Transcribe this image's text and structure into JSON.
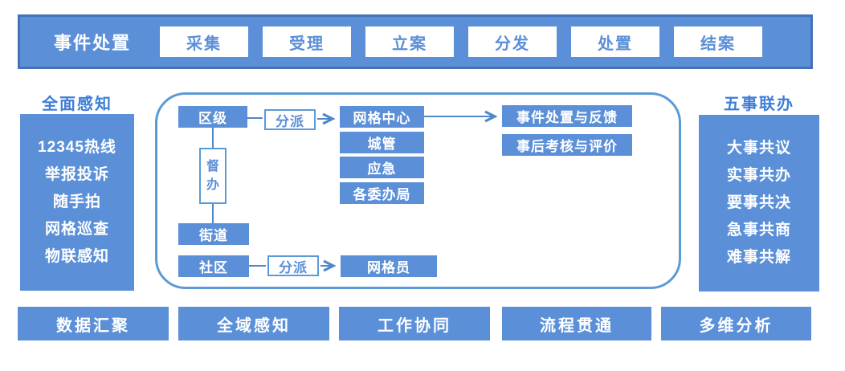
{
  "colors": {
    "primary_fill": "#5b90d8",
    "bar_border": "#4472b8",
    "light_border": "#5b9bd5",
    "blue_text": "#5b8fd8",
    "title_text": "#3f7ed6",
    "connector": "#4f87c9",
    "background": "#ffffff"
  },
  "top_bar": {
    "title": "事件处置",
    "steps": [
      "采集",
      "受理",
      "立案",
      "分发",
      "处置",
      "结案"
    ]
  },
  "left_panel": {
    "title": "全面感知",
    "items": [
      "12345热线",
      "举报投诉",
      "随手拍",
      "网格巡查",
      "物联感知"
    ]
  },
  "right_panel": {
    "title": "五事联办",
    "items": [
      "大事共议",
      "实事共办",
      "要事共决",
      "急事共商",
      "难事共解"
    ]
  },
  "flow": {
    "district": "区级",
    "dispatch_top": "分派",
    "grid_center": "网格中心",
    "city_mgmt": "城管",
    "emergency": "应急",
    "committees": "各委办局",
    "feedback": "事件处置与反馈",
    "evaluation": "事后考核与评价",
    "supervise": "督办",
    "street": "街道",
    "community": "社区",
    "dispatch_bottom": "分派",
    "grid_worker": "网格员"
  },
  "bottom_bar": {
    "items": [
      "数据汇聚",
      "全域感知",
      "工作协同",
      "流程贯通",
      "多维分析"
    ]
  }
}
